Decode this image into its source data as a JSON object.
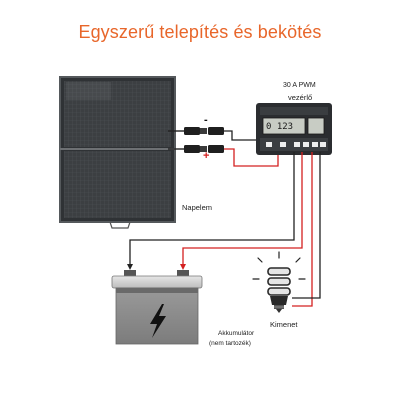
{
  "title": "Egyszerű telepítés és bekötés",
  "labels": {
    "panel": "Napelem",
    "controller_rating": "30 A PWM",
    "controller_name": "vezérlő",
    "battery_line1": "Akkumulátor",
    "battery_line2": "(nem tartozék)",
    "output": "Kimenet",
    "lcd": "0 123",
    "minus": "-",
    "plus": "+"
  },
  "colors": {
    "title": "#e8662a",
    "positive_wire": "#d42020",
    "negative_wire": "#222222"
  },
  "icons": [
    "solar-panel-icon",
    "charge-controller-icon",
    "battery-icon",
    "bulb-icon",
    "lightning-icon"
  ]
}
